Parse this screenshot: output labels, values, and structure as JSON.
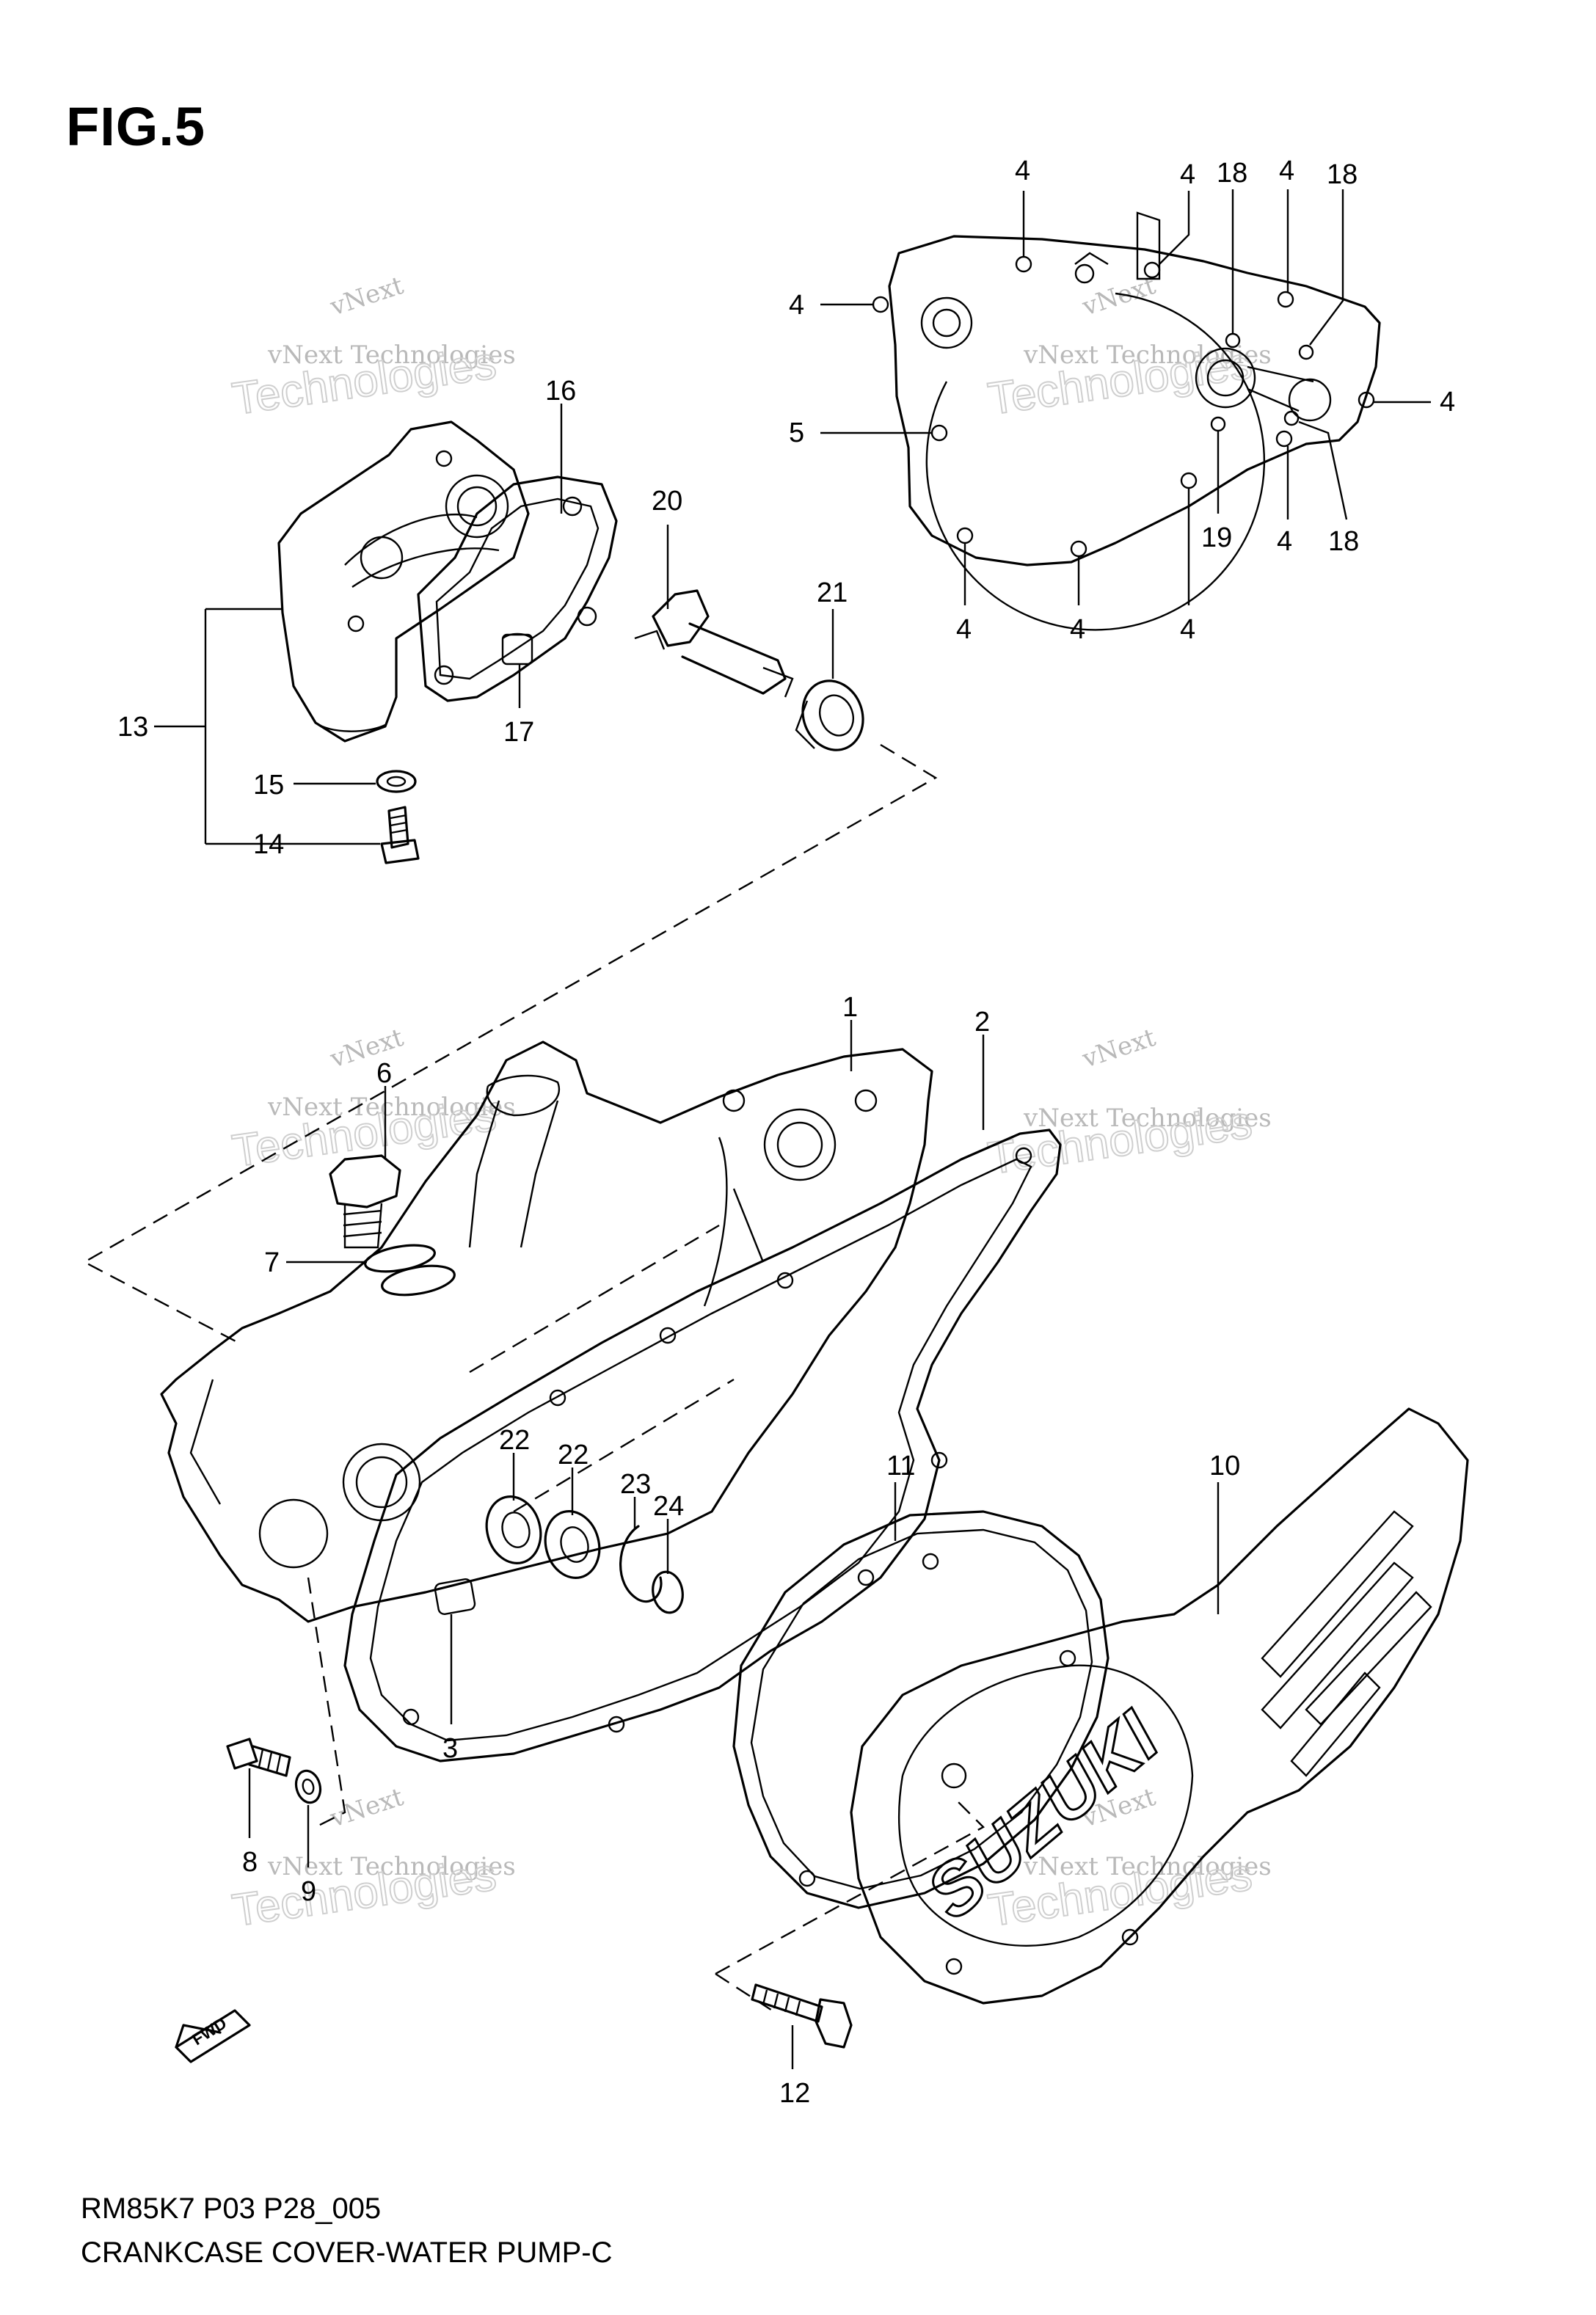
{
  "figure_label": "FIG.5",
  "model_code": "RM85K7  P03  P28_005",
  "diagram_title": "CRANKCASE COVER-WATER PUMP-C",
  "fwd_label": "FWD",
  "cover_brand": "SUZUKI",
  "watermark": {
    "line1": "vNext",
    "line2": "vNext Technologies",
    "line3": "Technologies"
  },
  "callouts": [
    {
      "id": "c1",
      "label": "1"
    },
    {
      "id": "c2",
      "label": "2"
    },
    {
      "id": "c3",
      "label": "3"
    },
    {
      "id": "c4a",
      "label": "4"
    },
    {
      "id": "c4b",
      "label": "4"
    },
    {
      "id": "c4c",
      "label": "4"
    },
    {
      "id": "c4d",
      "label": "4"
    },
    {
      "id": "c4e",
      "label": "4"
    },
    {
      "id": "c4f",
      "label": "4"
    },
    {
      "id": "c4g",
      "label": "4"
    },
    {
      "id": "c4h",
      "label": "4"
    },
    {
      "id": "c4i",
      "label": "4"
    },
    {
      "id": "c5",
      "label": "5"
    },
    {
      "id": "c6",
      "label": "6"
    },
    {
      "id": "c7",
      "label": "7"
    },
    {
      "id": "c8",
      "label": "8"
    },
    {
      "id": "c9",
      "label": "9"
    },
    {
      "id": "c10",
      "label": "10"
    },
    {
      "id": "c11",
      "label": "11"
    },
    {
      "id": "c12",
      "label": "12"
    },
    {
      "id": "c13",
      "label": "13"
    },
    {
      "id": "c14",
      "label": "14"
    },
    {
      "id": "c15",
      "label": "15"
    },
    {
      "id": "c16",
      "label": "16"
    },
    {
      "id": "c17",
      "label": "17"
    },
    {
      "id": "c18a",
      "label": "18"
    },
    {
      "id": "c18b",
      "label": "18"
    },
    {
      "id": "c18c",
      "label": "18"
    },
    {
      "id": "c19",
      "label": "19"
    },
    {
      "id": "c20",
      "label": "20"
    },
    {
      "id": "c21",
      "label": "21"
    },
    {
      "id": "c22a",
      "label": "22"
    },
    {
      "id": "c22b",
      "label": "22"
    },
    {
      "id": "c23",
      "label": "23"
    },
    {
      "id": "c24",
      "label": "24"
    }
  ]
}
